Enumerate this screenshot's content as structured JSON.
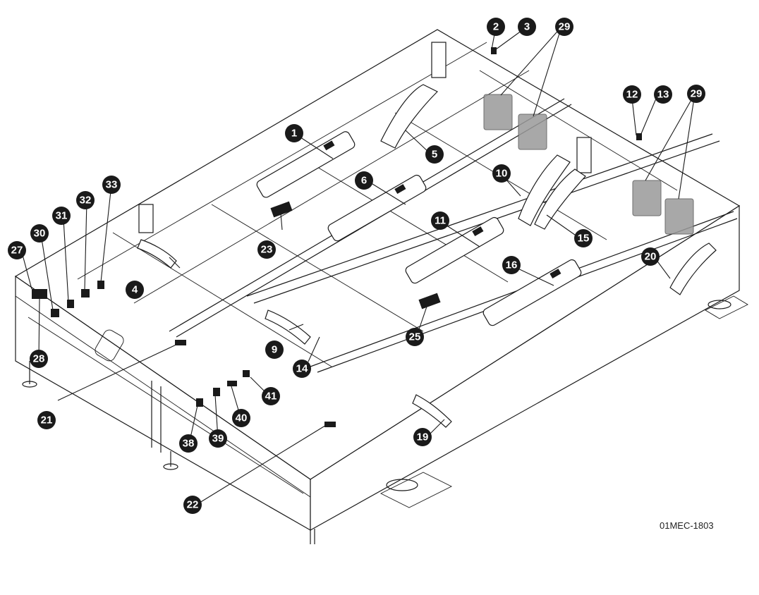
{
  "figure": {
    "id_label": "01MEC-1803",
    "description": "Isometric mechanical assembly drawing with numbered component callouts"
  },
  "colors": {
    "callout_fill": "#1a1a1a",
    "callout_text": "#ffffff",
    "module_gray": "#9a9a9a",
    "line": "#1a1a1a"
  },
  "callouts": [
    {
      "label": "1"
    },
    {
      "label": "2"
    },
    {
      "label": "3"
    },
    {
      "label": "4"
    },
    {
      "label": "5"
    },
    {
      "label": "6"
    },
    {
      "label": "9"
    },
    {
      "label": "10"
    },
    {
      "label": "11"
    },
    {
      "label": "12"
    },
    {
      "label": "13"
    },
    {
      "label": "14"
    },
    {
      "label": "15"
    },
    {
      "label": "16"
    },
    {
      "label": "19"
    },
    {
      "label": "20"
    },
    {
      "label": "21"
    },
    {
      "label": "22"
    },
    {
      "label": "23"
    },
    {
      "label": "25"
    },
    {
      "label": "27"
    },
    {
      "label": "28"
    },
    {
      "label": "29"
    },
    {
      "label": "29"
    },
    {
      "label": "30"
    },
    {
      "label": "31"
    },
    {
      "label": "32"
    },
    {
      "label": "33"
    },
    {
      "label": "38"
    },
    {
      "label": "39"
    },
    {
      "label": "40"
    },
    {
      "label": "41"
    }
  ]
}
